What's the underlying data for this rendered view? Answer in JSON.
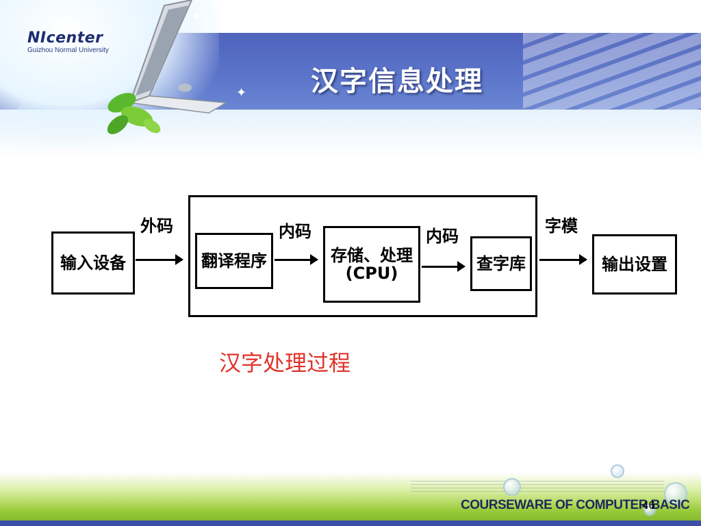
{
  "header": {
    "logo_main": "NIcenter",
    "logo_sub": "Guizhou Normal University",
    "title": "汉字信息处理"
  },
  "diagram": {
    "nodes": [
      {
        "id": "input",
        "label": "输入设备"
      },
      {
        "id": "translate",
        "label": "翻译程序"
      },
      {
        "id": "cpu",
        "label": "存储、处理",
        "label2": "(CPU)"
      },
      {
        "id": "font",
        "label": "查字库"
      },
      {
        "id": "output",
        "label": "输出设置"
      }
    ],
    "edges": [
      {
        "from": "input",
        "to": "translate",
        "label": "外码"
      },
      {
        "from": "translate",
        "to": "cpu",
        "label": "内码"
      },
      {
        "from": "cpu",
        "to": "font",
        "label": "内码"
      },
      {
        "from": "font",
        "to": "output",
        "label": "字模"
      }
    ]
  },
  "caption": "汉字处理过程",
  "footer": {
    "course": "COURSEWARE OF COMPUTER BASIC",
    "page": "46"
  },
  "colors": {
    "header_blue": "#5b74c9",
    "caption_red": "#e0332a",
    "grass_green": "#9ccc3c"
  }
}
